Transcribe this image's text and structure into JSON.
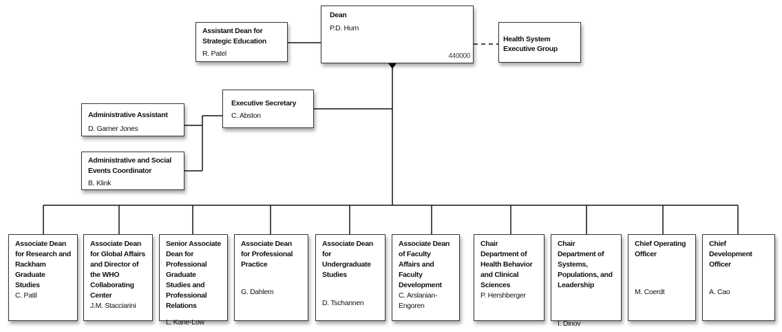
{
  "dean": {
    "title": "Dean",
    "name": "P.D. Hurn",
    "code": "440000"
  },
  "assistant_dean": {
    "title": "Assistant Dean for Strategic Education",
    "name": "R. Patel"
  },
  "health_system": {
    "title": "Health System Executive Group"
  },
  "executive_secretary": {
    "title": "Executive Secretary",
    "name": "C. Abston"
  },
  "admin_assistant": {
    "title": "Administrative Assistant",
    "name": "D. Garner Jones"
  },
  "events_coordinator": {
    "title": "Administrative and Social Events Coordinator",
    "name": "B. Klink"
  },
  "reports": [
    {
      "title": "Associate Dean for Research and Rackham Graduate Studies",
      "name": "C. Patil"
    },
    {
      "title": "Associate Dean for Global Affairs and Director of the WHO Collaborating Center",
      "name": "J.M. Stacciarini"
    },
    {
      "title": "Senior Associate Dean for Professional Graduate Studies and Professional Relations",
      "name": "L. Kane-Low"
    },
    {
      "title": "Associate Dean for Professional Practice",
      "name": "G. Dahlem"
    },
    {
      "title": "Associate Dean for Undergraduate Studies",
      "name": "D. Tschannen"
    },
    {
      "title": "Associate Dean of Faculty Affairs and Faculty Development",
      "name": "C. Arslanian-Engoren"
    },
    {
      "title": "Chair Department of Health Behavior and Clinical Sciences",
      "name": "P. Hershberger"
    },
    {
      "title": "Chair Department of Systems, Populations, and Leadership",
      "name": "I. Dinov"
    },
    {
      "title": "Chief Operating Officer",
      "name": "M. Coerdt"
    },
    {
      "title": "Chief Development Officer",
      "name": "A. Cao"
    }
  ]
}
